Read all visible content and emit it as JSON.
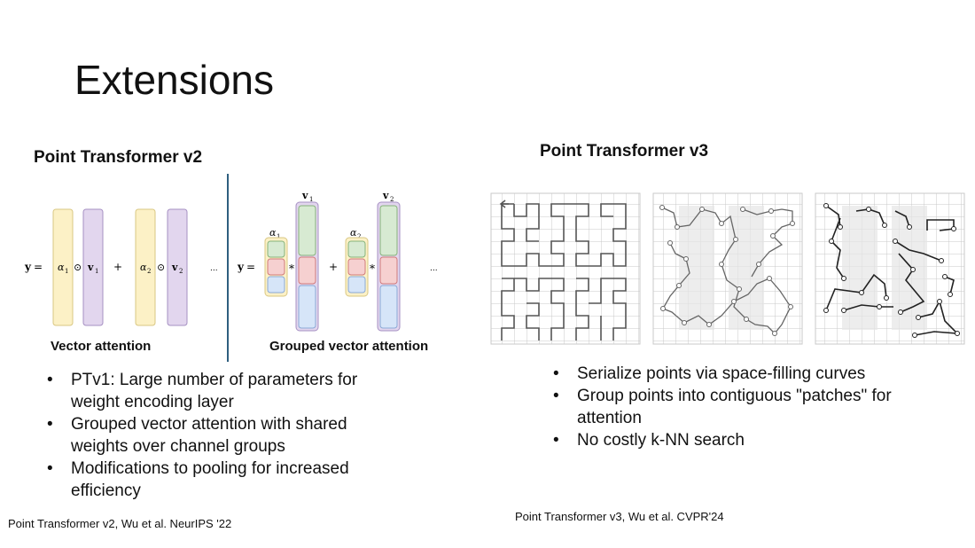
{
  "slide": {
    "title": "Extensions"
  },
  "left": {
    "heading": "Point Transformer v2",
    "vector_attention": {
      "caption": "Vector attention",
      "y": "y",
      "eq": "=",
      "alpha1": "α",
      "alpha1_sub": "1",
      "v1": "v",
      "v1_sub": "1",
      "odot": "⊙",
      "plus": "+",
      "alpha2": "α",
      "alpha2_sub": "2",
      "v2": "v",
      "v2_sub": "2",
      "ellipsis": "..."
    },
    "grouped_attention": {
      "caption": "Grouped vector attention",
      "y": "y",
      "eq": "=",
      "alpha1": "α",
      "alpha1_sub": "1",
      "v1": "v",
      "v1_sub": "1",
      "star": "*",
      "plus": "+",
      "alpha2": "α",
      "alpha2_sub": "2",
      "v2": "v",
      "v2_sub": "2",
      "ellipsis": "..."
    },
    "bullets": [
      "PTv1: Large number of parameters for weight encoding layer",
      "Grouped vector attention with shared weights over channel groups",
      "Modifications to pooling for increased efficiency"
    ],
    "citation": "Point Transformer v2, Wu et al. NeurIPS '22"
  },
  "right": {
    "heading": "Point Transformer v3",
    "bullets": [
      "Serialize points via  space-filling curves",
      "Group points into contiguous \"patches\" for attention",
      "No costly k-NN search"
    ],
    "citation": "Point Transformer v3, Wu et al. CVPR'24"
  },
  "colors": {
    "yellow": "#fcf1c6",
    "purple": "#e2d6ee",
    "green": "#d7ead2",
    "red": "#f6d0d0",
    "blue": "#d6e5f8",
    "divider": "#2f5f7f"
  }
}
